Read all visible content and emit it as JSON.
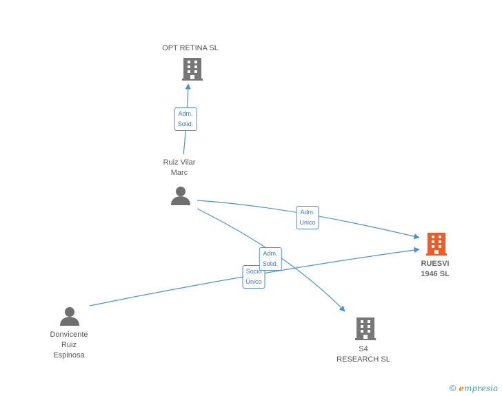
{
  "nodes": {
    "opt_retina": {
      "lines": [
        "OPT RETINA  SL"
      ]
    },
    "ruiz_vilar": {
      "lines": [
        "Ruiz Vilar",
        "Marc"
      ]
    },
    "ruesvi": {
      "lines": [
        "RUESVI",
        "1946 SL"
      ]
    },
    "donvicente": {
      "lines": [
        "Donvicente",
        "Ruiz",
        "Espinosa"
      ]
    },
    "s4": {
      "lines": [
        "S4",
        "RESEARCH SL"
      ]
    }
  },
  "edges": {
    "adm_solid_opt": {
      "lines": [
        "Adm.",
        "Solid."
      ]
    },
    "adm_unico": {
      "lines": [
        "Adm.",
        "Unico"
      ]
    },
    "adm_solid_s4": {
      "lines": [
        "Adm.",
        "Solid."
      ]
    },
    "socio_unico": {
      "lines": [
        "Socio",
        "Único"
      ]
    }
  },
  "colors": {
    "edge": "#4a90d9",
    "company": "#777777",
    "main_company": "#f05a28",
    "person": "#6f6f6f"
  },
  "footer": {
    "copyright": "©",
    "brand_e": "e",
    "brand_rest": "mpresia"
  }
}
